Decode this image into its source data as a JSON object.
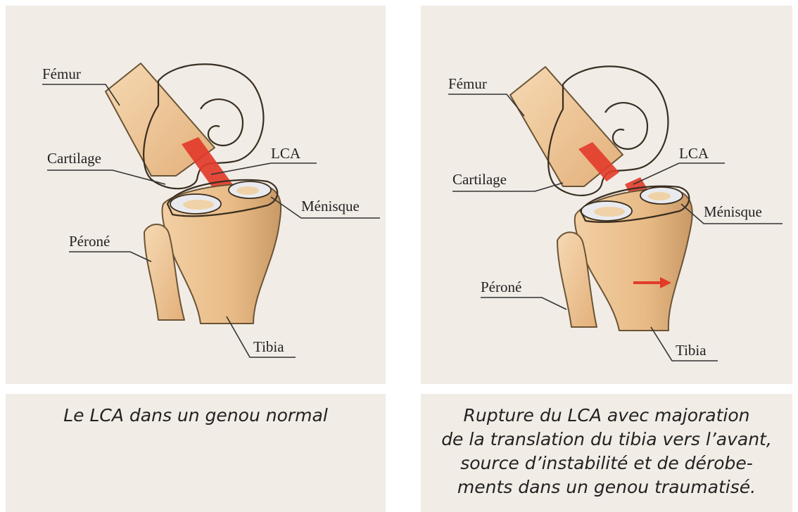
{
  "left_panel": {
    "labels": {
      "femur": "Fémur",
      "cartilage": "Cartilage",
      "lca": "LCA",
      "menisque": "Ménisque",
      "perone": "Péroné",
      "tibia": "Tibia"
    },
    "caption": [
      "Le LCA dans un genou normal"
    ]
  },
  "right_panel": {
    "labels": {
      "femur": "Fémur",
      "cartilage": "Cartilage",
      "lca": "LCA",
      "menisque": "Ménisque",
      "perone": "Péroné",
      "tibia": "Tibia"
    },
    "caption": [
      "Rupture du LCA avec majoration",
      "de la translation du tibia vers l’avant,",
      "source d’instabilité et de dérobe-",
      "ments dans un genou traumatisé."
    ]
  },
  "colors": {
    "panel_bg": "#f1ece6",
    "bone": "#f0c898",
    "cartilage": "#e6e8ec",
    "ligament": "#e23b2a",
    "arrow": "#e23b2a"
  },
  "icons": {
    "translation_arrow": "right-arrow-icon"
  }
}
